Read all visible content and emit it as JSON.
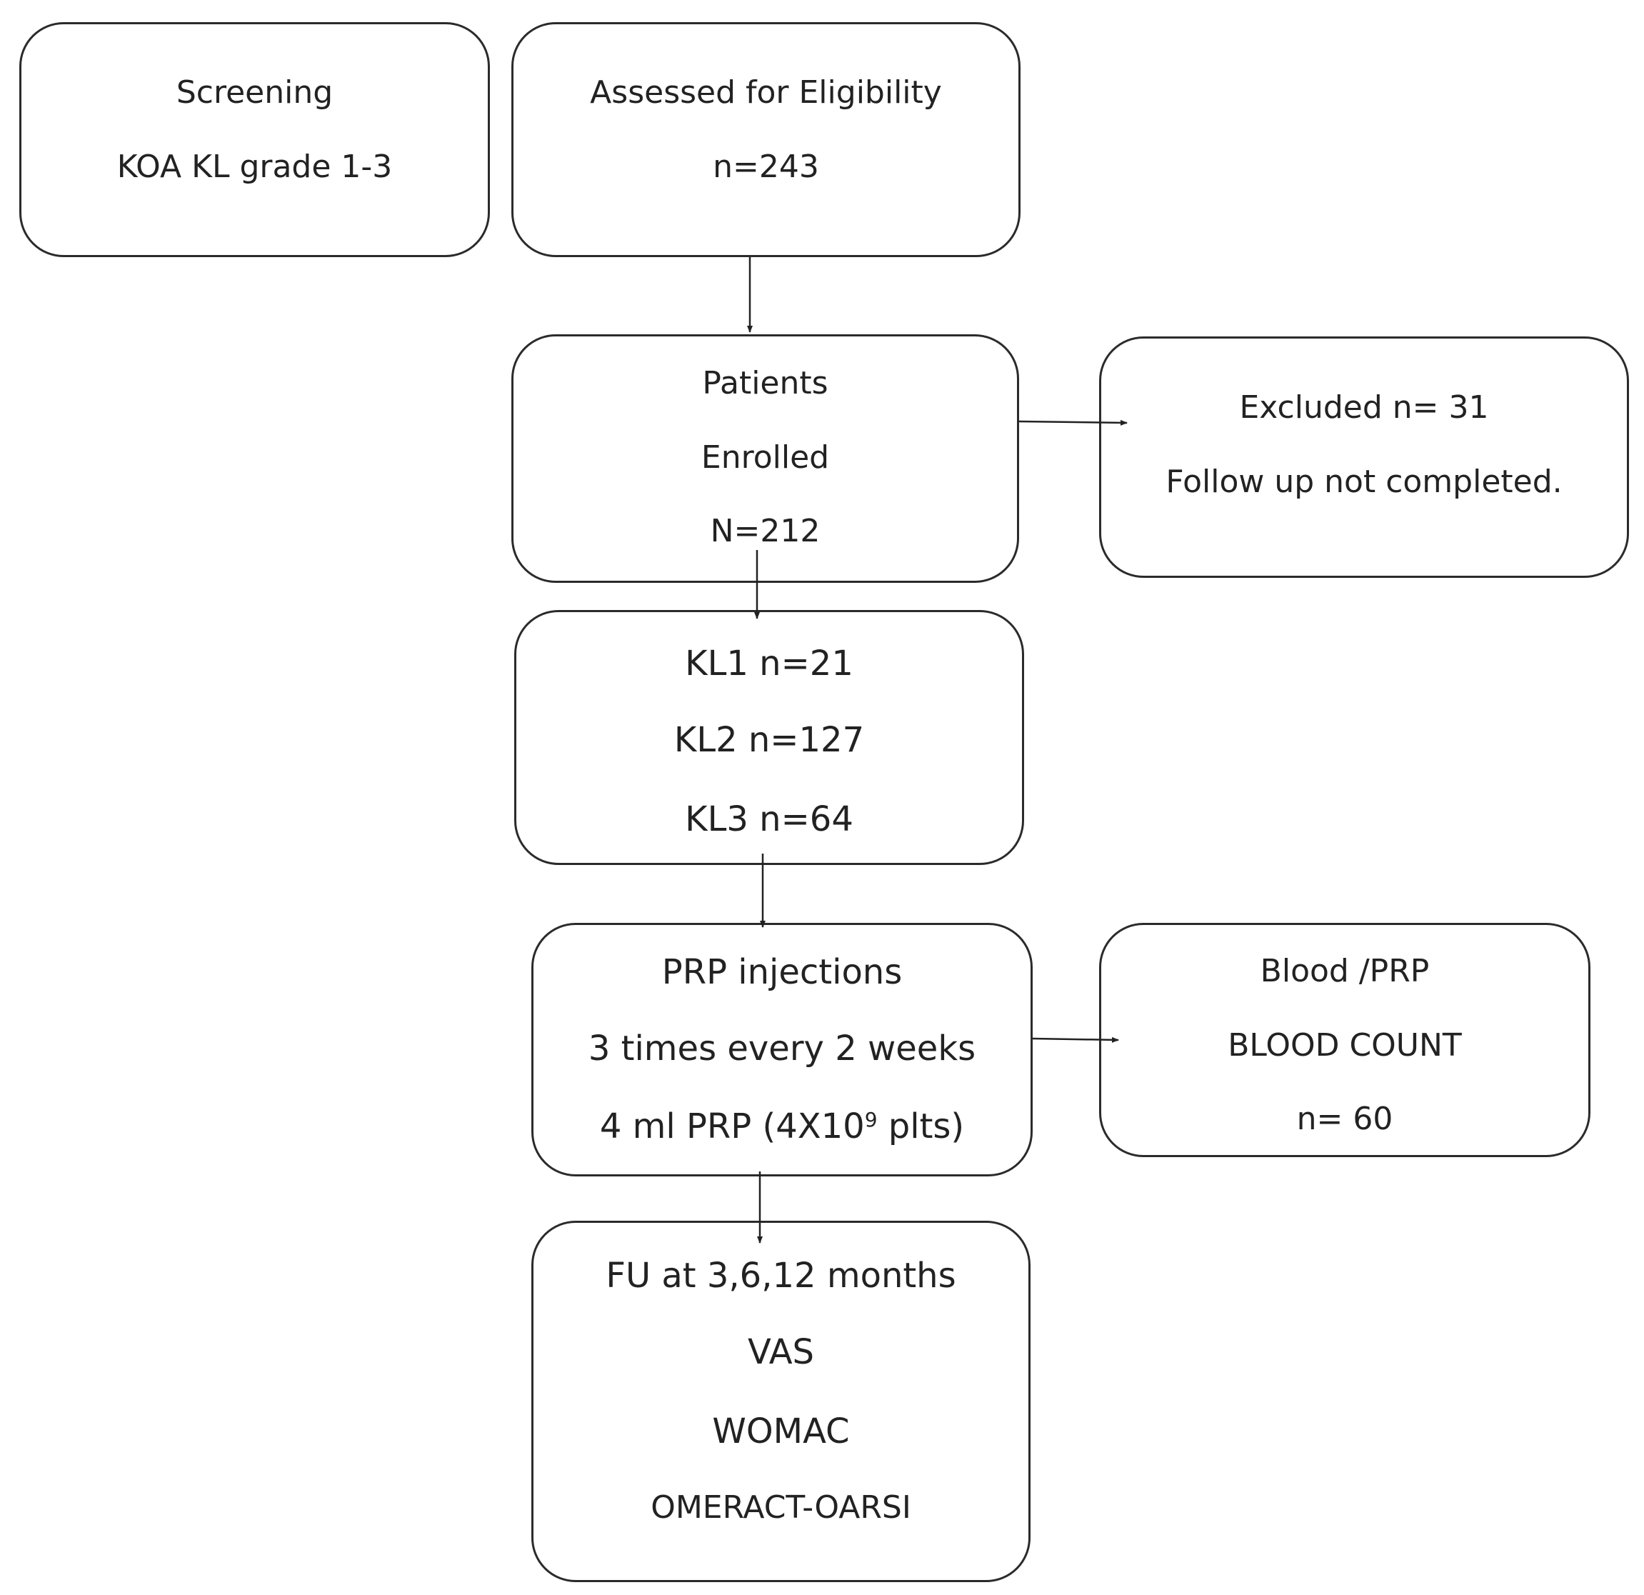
{
  "nodes": {
    "screening": {
      "title": "Screening",
      "detail": "KOA KL grade 1-3"
    },
    "assessed": {
      "title": "Assessed for Eligibility",
      "count": "n=243"
    },
    "enrolled": {
      "line1": "Patients",
      "line2": "Enrolled",
      "count": "N=212"
    },
    "excluded": {
      "title": "Excluded n= 31",
      "reason": "Follow up not completed."
    },
    "kl_grades": {
      "kl1": "KL1 n=21",
      "kl2": "KL2 n=127",
      "kl3": "KL3 n=64"
    },
    "prp": {
      "title": "PRP injections",
      "schedule": "3 times every 2 weeks",
      "dose_prefix": "4 ml PRP (4X10",
      "dose_exponent": "9",
      "dose_suffix": " plts)"
    },
    "blood": {
      "title": "Blood /PRP",
      "label": "BLOOD COUNT",
      "count": "n= 60"
    },
    "followup": {
      "title": "FU at 3,6,12 months",
      "measure1": "VAS",
      "measure2": "WOMAC",
      "measure3": "OMERACT-OARSI"
    }
  },
  "edges": [
    {
      "from": "assessed",
      "to": "enrolled"
    },
    {
      "from": "enrolled",
      "to": "excluded"
    },
    {
      "from": "enrolled",
      "to": "kl_grades"
    },
    {
      "from": "kl_grades",
      "to": "prp"
    },
    {
      "from": "prp",
      "to": "blood"
    },
    {
      "from": "prp",
      "to": "followup"
    }
  ]
}
